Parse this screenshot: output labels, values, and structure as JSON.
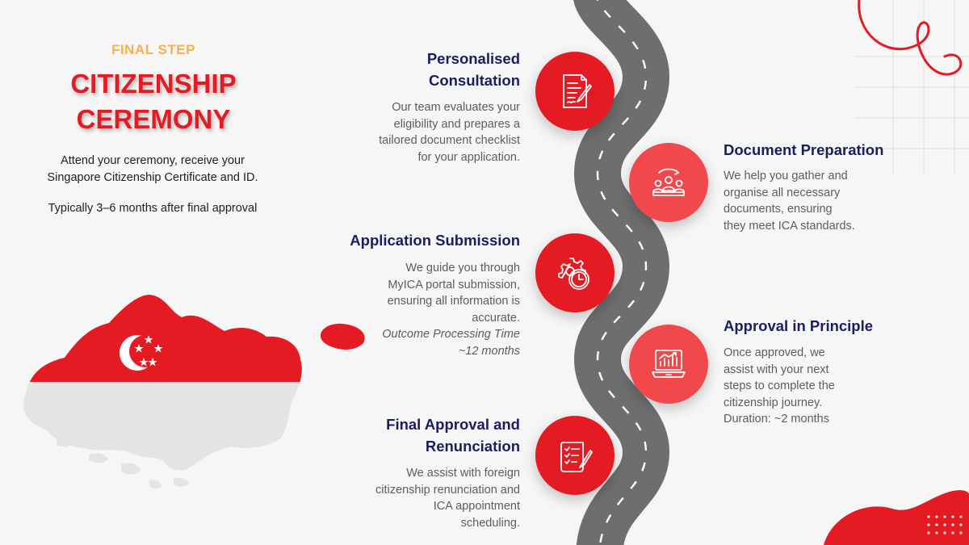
{
  "colors": {
    "background": "#f6f6f6",
    "brand_red": "#e51b24",
    "circle_red": "#f1484c",
    "orange": "#f7b04b",
    "navy": "#1c1d5e",
    "road_grey": "#6e6e6e",
    "lane_white": "#ffffff",
    "flag_white": "#e4e4e4"
  },
  "final": {
    "eyebrow": "FINAL STEP",
    "title_line1": "CITIZENSHIP",
    "title_line2": "CEREMONY",
    "desc_line1": "Attend your ceremony, receive your",
    "desc_line2": "Singapore Citizenship Certificate and ID.",
    "timing": "Typically 3–6 months after final approval"
  },
  "steps": [
    {
      "title_lines": [
        "Personalised",
        "Consultation"
      ],
      "desc_lines": [
        "Our team evaluates your",
        "eligibility and prepares a",
        "tailored document checklist",
        "for your application."
      ],
      "icon": "document-edit-icon"
    },
    {
      "title_lines": [
        "Document Preparation"
      ],
      "desc_lines": [
        "We help you gather and",
        "organise all necessary",
        "documents, ensuring",
        "they meet ICA standards."
      ],
      "icon": "team-cycle-icon"
    },
    {
      "title_lines": [
        "Application Submission"
      ],
      "desc_lines": [
        "We guide you through",
        "MyICA portal submission,",
        "ensuring all information is",
        "accurate."
      ],
      "note_lines": [
        "Outcome Processing Time",
        "~12 months"
      ],
      "icon": "gear-clock-icon"
    },
    {
      "title_lines": [
        "Approval in Principle"
      ],
      "desc_lines": [
        "Once approved, we",
        "assist with your next",
        "steps to complete the",
        "citizenship journey.",
        "Duration: ~2 months"
      ],
      "icon": "laptop-chart-icon"
    },
    {
      "title_lines": [
        "Final Approval and",
        "Renunciation"
      ],
      "desc_lines": [
        "We assist with foreign",
        "citizenship renunciation and",
        "ICA appointment",
        "scheduling."
      ],
      "icon": "checklist-pen-icon"
    }
  ],
  "map": {
    "icon": "singapore-flag-map-icon"
  }
}
